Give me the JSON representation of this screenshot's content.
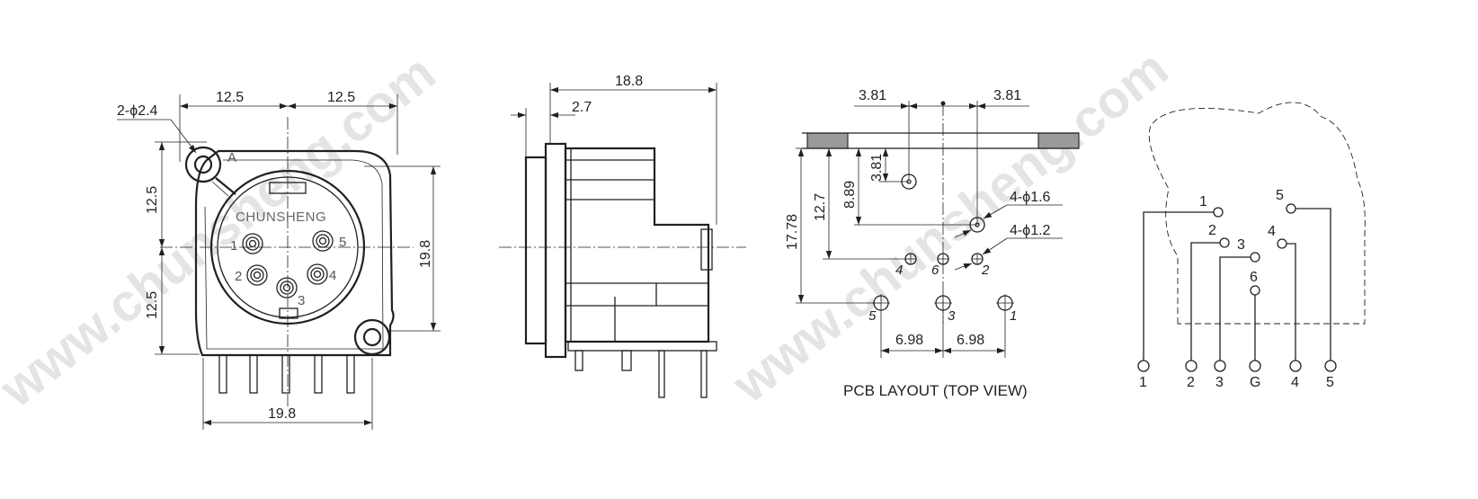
{
  "watermarks": [
    "www.chunsheng.com",
    "www.chunsheng.com"
  ],
  "front_view": {
    "dim_hole": "2-ϕ2.4",
    "dim_left_half": "12.5",
    "dim_right_half": "12.5",
    "dim_upper_half": "12.5",
    "dim_lower_half": "12.5",
    "dim_height": "19.8",
    "dim_width": "19.8",
    "latch_label": "A",
    "brand": "CHUNSHENG",
    "pins": [
      "1",
      "2",
      "3",
      "4",
      "5"
    ]
  },
  "side_view": {
    "dim_depth": "18.8",
    "dim_flange": "2.7"
  },
  "pcb_layout": {
    "title": "PCB LAYOUT (TOP VIEW)",
    "dim_top_left": "3.81",
    "dim_top_right": "3.81",
    "dim_small_vertical": "3.81",
    "dim_889": "8.89",
    "dim_127": "12.7",
    "dim_1778": "17.78",
    "dim_big_holes": "4-ϕ1.6",
    "dim_small_holes": "4-ϕ1.2",
    "dim_bottom_left": "6.98",
    "dim_bottom_right": "6.98",
    "hole_labels": {
      "h4": "4",
      "h6": "6",
      "h2": "2",
      "h5": "5",
      "h3": "3",
      "h1": "1"
    }
  },
  "schematic": {
    "inner_labels": {
      "p1": "1",
      "p2": "2",
      "p3": "3",
      "p6": "6",
      "p4": "4",
      "p5": "5"
    },
    "terminal_labels": [
      "1",
      "2",
      "3",
      "G",
      "4",
      "5"
    ]
  }
}
